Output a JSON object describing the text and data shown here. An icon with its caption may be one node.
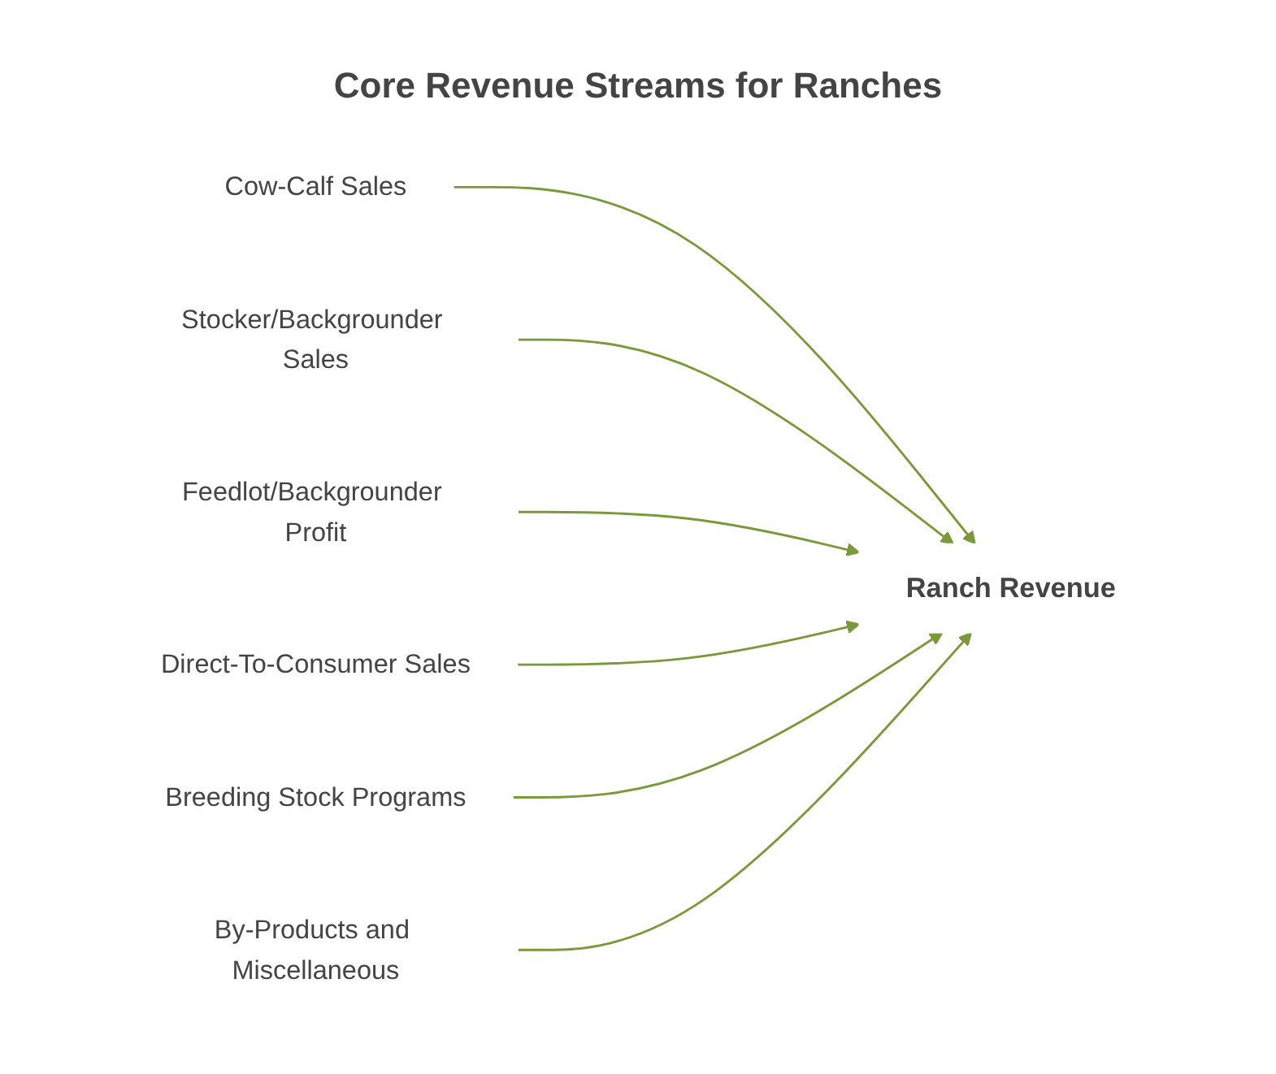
{
  "diagram": {
    "title": "Core Revenue Streams for Ranches",
    "nodes": [
      {
        "text": [
          "Cow-Calf Sales"
        ]
      },
      {
        "text": [
          "Stocker/Backgrounder Sales"
        ]
      },
      {
        "text": [
          "Feedlot/Backgrounder Profit"
        ]
      },
      {
        "text": [
          "Direct-To-Consumer Sales"
        ]
      },
      {
        "text": [
          "Breeding Stock Programs"
        ]
      },
      {
        "text": [
          "By-Products and Miscellaneous"
        ]
      },
      {
        "text": [
          "Ranch Revenue"
        ]
      }
    ],
    "edges": [
      {
        "from": 0,
        "to": 6,
        "arrow": "to"
      },
      {
        "from": 1,
        "to": 6,
        "arrow": "to"
      },
      {
        "from": 2,
        "to": 6,
        "arrow": "to"
      },
      {
        "from": 3,
        "to": 6,
        "arrow": "to"
      },
      {
        "from": 4,
        "to": 6,
        "arrow": "to"
      },
      {
        "from": 5,
        "to": 6,
        "arrow": "to"
      }
    ]
  }
}
